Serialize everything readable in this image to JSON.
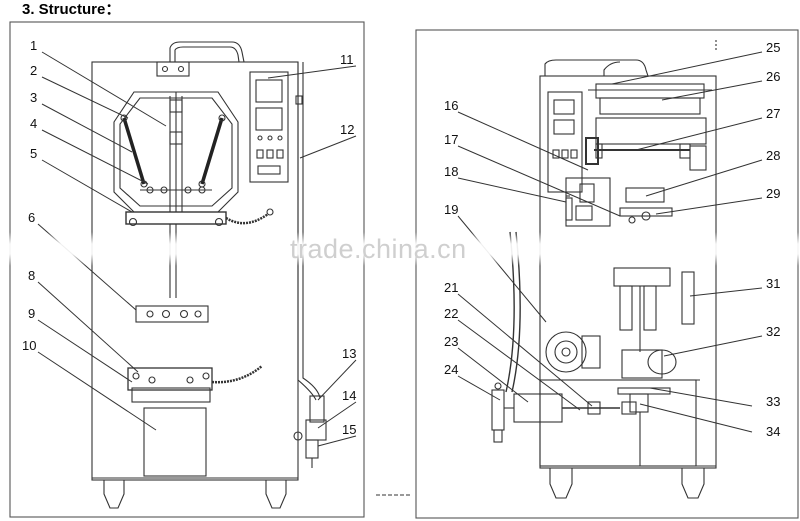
{
  "heading": "3. Structure：",
  "watermark": "trade.china.cn",
  "labels": [
    "1",
    "2",
    "3",
    "4",
    "5",
    "6",
    "8",
    "9",
    "10",
    "11",
    "12",
    "13",
    "14",
    "15",
    "16",
    "17",
    "18",
    "19",
    "21",
    "22",
    "23",
    "24",
    "25",
    "26",
    "27",
    "28",
    "29",
    "31",
    "32",
    "33",
    "34"
  ]
}
